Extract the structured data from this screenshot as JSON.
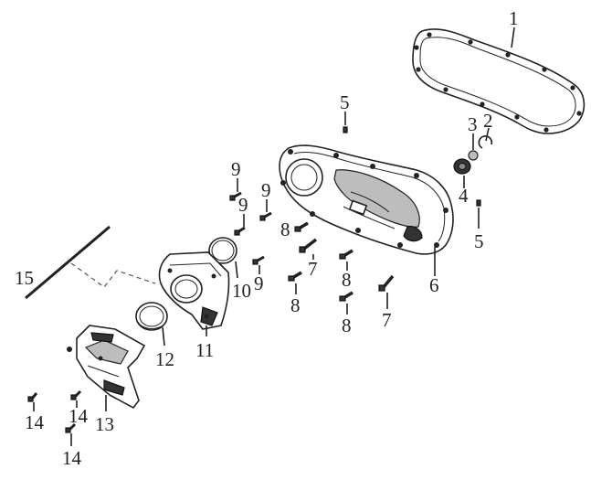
{
  "diagram": {
    "labels": {
      "p1": "1",
      "p2": "2",
      "p3": "3",
      "p4": "4",
      "p5a": "5",
      "p5b": "5",
      "p6": "6",
      "p7a": "7",
      "p7b": "7",
      "p8a": "8",
      "p8b": "8",
      "p8c": "8",
      "p8d": "8",
      "p9a": "9",
      "p9b": "9",
      "p9c": "9",
      "p9d": "9",
      "p10": "10",
      "p11": "11",
      "p12": "12",
      "p13": "13",
      "p14a": "14",
      "p14b": "14",
      "p14c": "14",
      "p15": "15"
    }
  }
}
